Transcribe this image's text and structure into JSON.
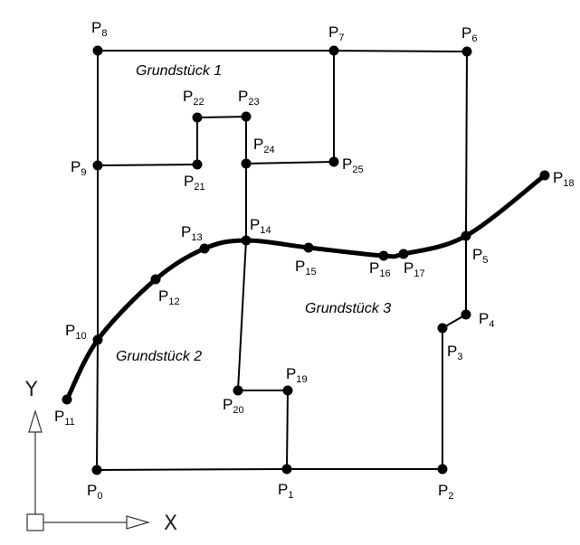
{
  "regions": [
    {
      "id": "g1",
      "text": "Grundstück 1"
    },
    {
      "id": "g2",
      "text": "Grundstück 2"
    },
    {
      "id": "g3",
      "text": "Grundstück 3"
    }
  ],
  "points": [
    {
      "id": "P0",
      "prefix": "P",
      "index": "0"
    },
    {
      "id": "P1",
      "prefix": "P",
      "index": "1"
    },
    {
      "id": "P2",
      "prefix": "P",
      "index": "2"
    },
    {
      "id": "P3",
      "prefix": "P",
      "index": "3"
    },
    {
      "id": "P4",
      "prefix": "P",
      "index": "4"
    },
    {
      "id": "P5",
      "prefix": "P",
      "index": "5"
    },
    {
      "id": "P6",
      "prefix": "P",
      "index": "6"
    },
    {
      "id": "P7",
      "prefix": "P",
      "index": "7"
    },
    {
      "id": "P8",
      "prefix": "P",
      "index": "8"
    },
    {
      "id": "P9",
      "prefix": "P",
      "index": "9"
    },
    {
      "id": "P10",
      "prefix": "P",
      "index": "10"
    },
    {
      "id": "P11",
      "prefix": "P",
      "index": "11"
    },
    {
      "id": "P12",
      "prefix": "P",
      "index": "12"
    },
    {
      "id": "P13",
      "prefix": "P",
      "index": "13"
    },
    {
      "id": "P14",
      "prefix": "P",
      "index": "14"
    },
    {
      "id": "P15",
      "prefix": "P",
      "index": "15"
    },
    {
      "id": "P16",
      "prefix": "P",
      "index": "16"
    },
    {
      "id": "P17",
      "prefix": "P",
      "index": "17"
    },
    {
      "id": "P18",
      "prefix": "P",
      "index": "18"
    },
    {
      "id": "P19",
      "prefix": "P",
      "index": "19"
    },
    {
      "id": "P20",
      "prefix": "P",
      "index": "20"
    },
    {
      "id": "P21",
      "prefix": "P",
      "index": "21"
    },
    {
      "id": "P22",
      "prefix": "P",
      "index": "22"
    },
    {
      "id": "P23",
      "prefix": "P",
      "index": "23"
    },
    {
      "id": "P24",
      "prefix": "P",
      "index": "24"
    },
    {
      "id": "P25",
      "prefix": "P",
      "index": "25"
    }
  ],
  "segments": [
    [
      "P0",
      "P1"
    ],
    [
      "P1",
      "P2"
    ],
    [
      "P2",
      "P3"
    ],
    [
      "P3",
      "P4"
    ],
    [
      "P4",
      "P5"
    ],
    [
      "P5",
      "P6"
    ],
    [
      "P6",
      "P7"
    ],
    [
      "P7",
      "P8"
    ],
    [
      "P8",
      "P9"
    ],
    [
      "P9",
      "P10"
    ],
    [
      "P10",
      "P0"
    ],
    [
      "P1",
      "P19"
    ],
    [
      "P19",
      "P20"
    ],
    [
      "P20",
      "P14"
    ],
    [
      "P14",
      "P24"
    ],
    [
      "P24",
      "P23"
    ],
    [
      "P23",
      "P22"
    ],
    [
      "P22",
      "P21"
    ],
    [
      "P21",
      "P9"
    ],
    [
      "P24",
      "P25"
    ],
    [
      "P25",
      "P7"
    ]
  ],
  "curve": {
    "name": "boundary-curve",
    "points": [
      "P11",
      "P10",
      "P12",
      "P13",
      "P14",
      "P15",
      "P16",
      "P17",
      "P5",
      "P18"
    ]
  },
  "axes": {
    "x_label": "X",
    "y_label": "Y"
  }
}
